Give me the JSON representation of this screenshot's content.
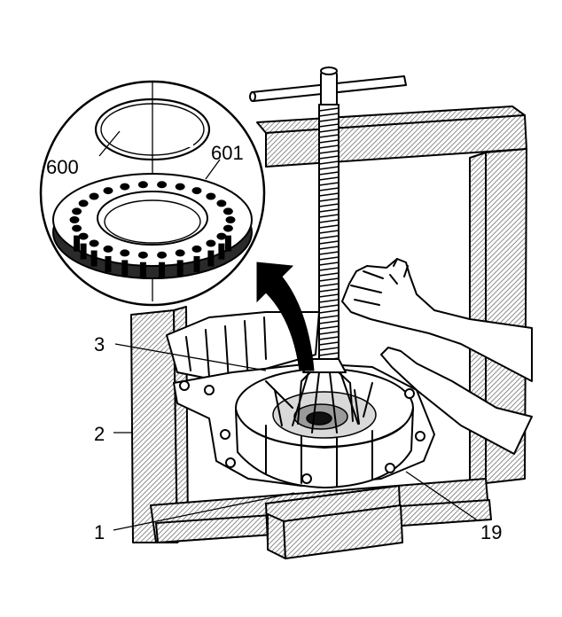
{
  "callouts": {
    "c600": "600",
    "c601": "601",
    "c3": "3",
    "c2": "2",
    "c1": "1",
    "c19": "19"
  },
  "colors": {
    "line": "#000000",
    "background": "#ffffff",
    "hatch": "#8c8c8c"
  },
  "icons": {
    "curved_arrow": "curved-arrow-icon",
    "magnifier_inset": "inset-circle-icon"
  }
}
